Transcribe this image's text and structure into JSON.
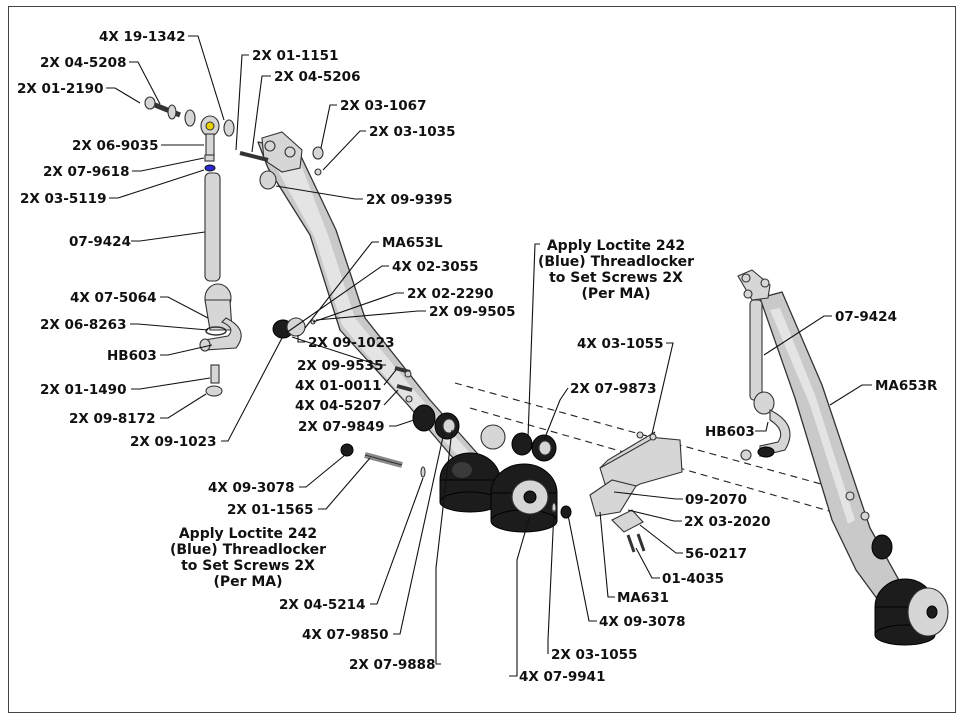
{
  "labels": {
    "l_19_1342": "4X 19-1342",
    "l_04_5208": "2X 04-5208",
    "l_01_2190": "2X 01-2190",
    "l_01_1151": "2X 01-1151",
    "l_04_5206": "2X 04-5206",
    "l_03_1067": "2X 03-1067",
    "l_03_1035": "2X 03-1035",
    "l_06_9035": "2X 06-9035",
    "l_07_9618": "2X 07-9618",
    "l_03_5119": "2X 03-5119",
    "l_09_9395": "2X 09-9395",
    "l_07_9424_left": "07-9424",
    "l_ma653l": "MA653L",
    "l_02_3055": "4X 02-3055",
    "l_07_5064": "4X 07-5064",
    "l_02_2290": "2X 02-2290",
    "l_06_8263": "2X 06-8263",
    "l_09_9505": "2X 09-9505",
    "l_09_1023_a": "2X 09-1023",
    "l_hb603_left": "HB603",
    "l_09_9535": "2X 09-9535",
    "l_01_1490": "2X 01-1490",
    "l_01_0011": "4X 01-0011",
    "l_09_8172": "2X 09-8172",
    "l_04_5207": "4X 04-5207",
    "l_09_1023_b": "2X 09-1023",
    "l_07_9849": "2X 07-9849",
    "l_09_3078_a": "4X 09-3078",
    "l_01_1565": "2X 01-1565",
    "l_04_5214": "2X 04-5214",
    "l_07_9850": "4X 07-9850",
    "l_07_9888": "2X 07-9888",
    "l_07_9941": "4X 07-9941",
    "l_03_1055_a": "2X 03-1055",
    "l_09_3078_b": "4X 09-3078",
    "l_ma631": "MA631",
    "l_01_4035": "01-4035",
    "l_56_0217": "56-0217",
    "l_03_2020": "2X 03-2020",
    "l_09_2070": "09-2070",
    "l_07_9873": "2X 07-9873",
    "l_03_1055_b": "4X 03-1055",
    "l_07_9424_right": "07-9424",
    "l_ma653r": "MA653R",
    "l_hb603_right": "HB603"
  },
  "notes": {
    "loctite_top": [
      "Apply Loctite 242",
      "(Blue) Threadlocker",
      "to Set Screws 2X",
      "(Per MA)"
    ],
    "loctite_left": [
      "Apply Loctite 242",
      "(Blue) Threadlocker",
      "to Set Screws 2X",
      "(Per MA)"
    ]
  }
}
